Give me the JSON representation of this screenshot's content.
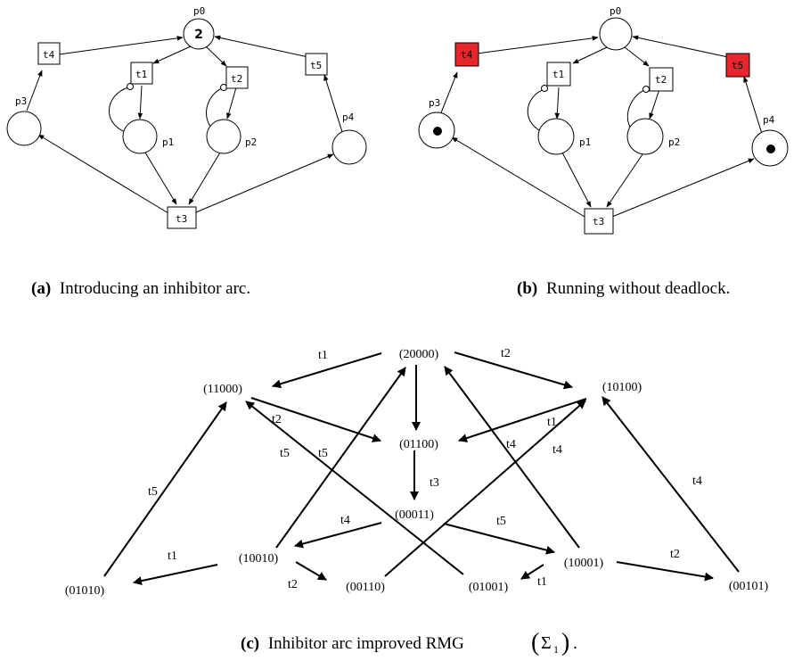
{
  "panel_a": {
    "caption_prefix": "(a)",
    "caption_text": "Introducing an inhibitor arc.",
    "places": {
      "p0": "p0",
      "p1": "p1",
      "p2": "p2",
      "p3": "p3",
      "p4": "p4"
    },
    "transitions": {
      "t1": "t1",
      "t2": "t2",
      "t3": "t3",
      "t4": "t4",
      "t5": "t5"
    },
    "p0_tokens": "2"
  },
  "panel_b": {
    "caption_prefix": "(b)",
    "caption_text": "Running without deadlock.",
    "places": {
      "p0": "p0",
      "p1": "p1",
      "p2": "p2",
      "p3": "p3",
      "p4": "p4"
    },
    "transitions": {
      "t1": "t1",
      "t2": "t2",
      "t3": "t3",
      "t4": "t4",
      "t5": "t5"
    },
    "enabled_color": "#e8262c"
  },
  "panel_c": {
    "caption_prefix": "(c)",
    "caption_text": "Inhibitor arc improved RMG",
    "caption_sigma": "Σ",
    "caption_sub": "1",
    "caption_end": ".",
    "states": {
      "s20000": "(20000)",
      "s11000": "(11000)",
      "s10100": "(10100)",
      "s01100": "(01100)",
      "s00011": "(00011)",
      "s10010": "(10010)",
      "s00110": "(00110)",
      "s01001": "(01001)",
      "s10001": "(10001)",
      "s01010": "(01010)",
      "s00101": "(00101)"
    },
    "edge_labels": {
      "t1_top": "t1",
      "t2_top": "t2",
      "t2_mid": "t2",
      "t1_mid": "t1",
      "t5_a": "t5",
      "t5_b": "t5",
      "t4_a": "t4",
      "t4_b": "t4",
      "t3": "t3",
      "t5_left": "t5",
      "t4_right": "t4",
      "t4_low": "t4",
      "t5_low": "t5",
      "t1_low": "t1",
      "t2_low": "t2",
      "t1_br": "t1",
      "t2_br": "t2"
    }
  }
}
